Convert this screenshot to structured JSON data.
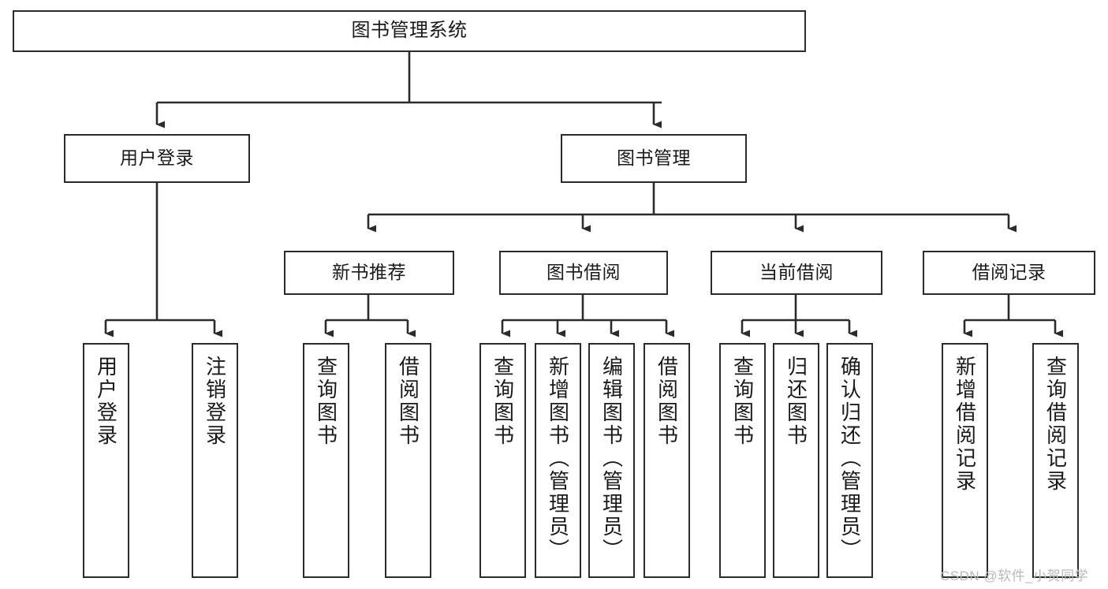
{
  "diagram": {
    "title": "图书管理系统",
    "type": "hierarchy-tree",
    "watermark": "CSDN @软件_小贺同学",
    "colors": {
      "stroke": "#2b2b2b",
      "fill": "#ffffff",
      "text": "#1a1a1a",
      "watermark": "#b9b9b9"
    },
    "levels": [
      {
        "level": 1,
        "nodes": [
          {
            "id": "root",
            "label": "图书管理系统"
          }
        ]
      },
      {
        "level": 2,
        "nodes": [
          {
            "id": "user-login",
            "label": "用户登录",
            "parent": "root"
          },
          {
            "id": "book-manage",
            "label": "图书管理",
            "parent": "root"
          }
        ]
      },
      {
        "level": 3,
        "nodes": [
          {
            "id": "new-book-rec",
            "label": "新书推荐",
            "parent": "book-manage"
          },
          {
            "id": "book-borrow",
            "label": "图书借阅",
            "parent": "book-manage"
          },
          {
            "id": "current-borrow",
            "label": "当前借阅",
            "parent": "book-manage"
          },
          {
            "id": "borrow-record",
            "label": "借阅记录",
            "parent": "book-manage"
          }
        ]
      },
      {
        "level": 4,
        "nodes": [
          {
            "id": "leaf-1",
            "label": "用户登录",
            "parent": "user-login"
          },
          {
            "id": "leaf-2",
            "label": "注销登录",
            "parent": "user-login"
          },
          {
            "id": "leaf-3",
            "label": "查询图书",
            "parent": "new-book-rec"
          },
          {
            "id": "leaf-4",
            "label": "借阅图书",
            "parent": "new-book-rec"
          },
          {
            "id": "leaf-5",
            "label": "查询图书",
            "parent": "book-borrow"
          },
          {
            "id": "leaf-6",
            "label": "新增图书（管理员）",
            "parent": "book-borrow"
          },
          {
            "id": "leaf-7",
            "label": "编辑图书（管理员）",
            "parent": "book-borrow"
          },
          {
            "id": "leaf-8",
            "label": "借阅图书",
            "parent": "book-borrow"
          },
          {
            "id": "leaf-9",
            "label": "查询图书",
            "parent": "current-borrow"
          },
          {
            "id": "leaf-10",
            "label": "归还图书",
            "parent": "current-borrow"
          },
          {
            "id": "leaf-11",
            "label": "确认归还（管理员）",
            "parent": "current-borrow"
          },
          {
            "id": "leaf-12",
            "label": "新增借阅记录",
            "parent": "borrow-record"
          },
          {
            "id": "leaf-13",
            "label": "查询借阅记录",
            "parent": "borrow-record"
          }
        ]
      }
    ]
  }
}
